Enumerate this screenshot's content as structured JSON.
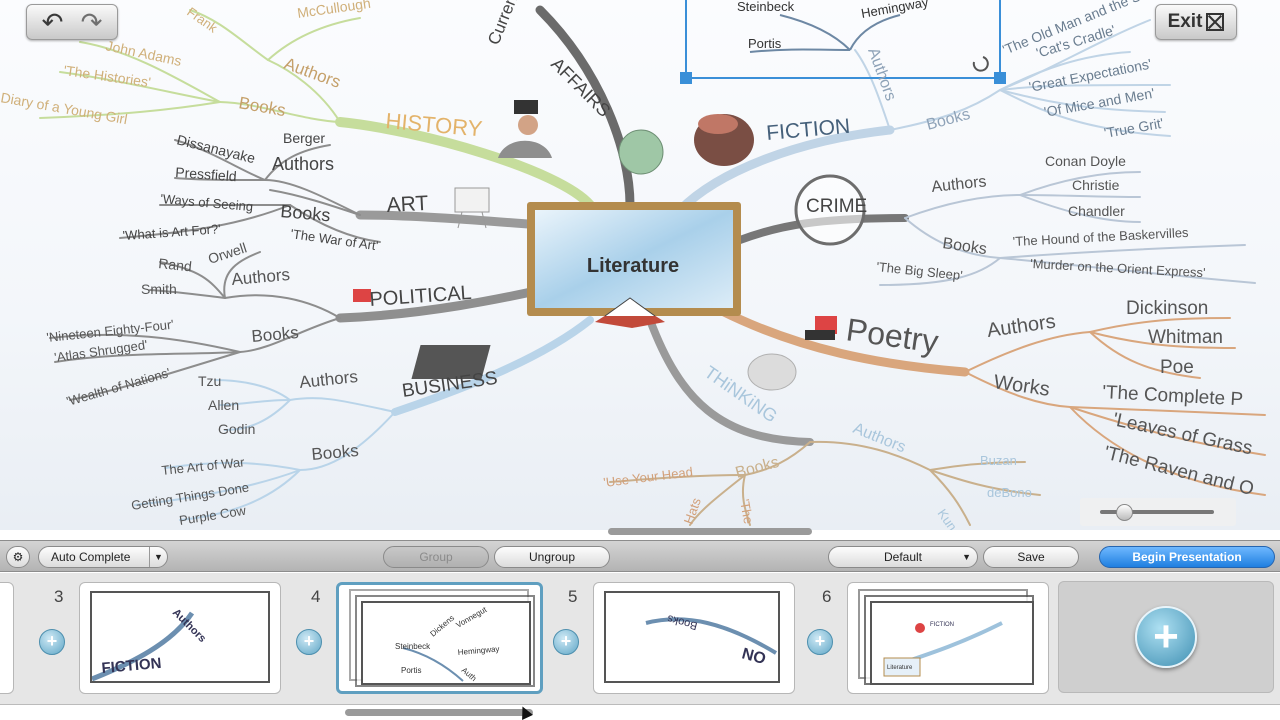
{
  "map": {
    "center": "Literature",
    "branches": {
      "history": {
        "label": "HISTORY",
        "authors": "Authors",
        "books": "Books",
        "items": [
          "Frank",
          "McCullough",
          "John Adams",
          "'The Histories'",
          "Diary of a Young Girl"
        ]
      },
      "art": {
        "label": "ART",
        "authors": "Authors",
        "books": "Books",
        "items": [
          "Dissanayake",
          "Berger",
          "Pressfield",
          "'Ways of Seeing",
          "'What is Art For?'",
          "'The War of Art'"
        ]
      },
      "political": {
        "label": "POLITICAL",
        "authors": "Authors",
        "books": "Books",
        "items": [
          "Orwell",
          "Rand",
          "Smith",
          "'Nineteen Eighty-Four'",
          "'Atlas Shrugged'",
          "'Wealth of Nations'"
        ]
      },
      "business": {
        "label": "BUSINESS",
        "authors": "Authors",
        "books": "Books",
        "items": [
          "Tzu",
          "Allen",
          "Godin",
          "The Art of War",
          "Getting Things Done",
          "Purple Cow"
        ]
      },
      "current_affairs": {
        "label1": "Curren",
        "label2": "AFFAIRS"
      },
      "fiction": {
        "label": "FICTION",
        "authors": "Authors",
        "books": "Books",
        "authors_items": [
          "Steinbeck",
          "Hemingway",
          "Portis"
        ],
        "books_items": [
          "'The Old Man and the Sea'",
          "'Cat's Cradle'",
          "'Great Expectations'",
          "'Of Mice and Men'",
          "'True Grit'"
        ]
      },
      "crime": {
        "label": "CRIME",
        "authors": "Authors",
        "books": "Books",
        "items": [
          "Conan Doyle",
          "Christie",
          "Chandler",
          "'The Hound of the Baskervilles",
          "'Murder on the Orient Express'",
          "'The Big Sleep'"
        ]
      },
      "poetry": {
        "label": "Poetry",
        "authors": "Authors",
        "works": "Works",
        "items": [
          "Dickinson",
          "Whitman",
          "Poe",
          "'The Complete P",
          "'Leaves of Grass",
          "'The Raven and O"
        ]
      },
      "thinking": {
        "label": "THiNKiNG",
        "authors": "Authors",
        "books": "Books",
        "items": [
          "Buzan",
          "deBono",
          "Kun",
          "'Use Your Head",
          "'The",
          "Hats"
        ]
      }
    }
  },
  "controls": {
    "exit_label": "Exit",
    "auto_complete": "Auto Complete",
    "group": "Group",
    "ungroup": "Ungroup",
    "default": "Default",
    "save": "Save",
    "begin_presentation": "Begin Presentation"
  },
  "slides": [
    {
      "number": "3",
      "words": [
        "Authors",
        "FICTION"
      ]
    },
    {
      "number": "4",
      "words": [
        "Dickens",
        "Vonnegut",
        "Steinbeck",
        "Hemingway",
        "Portis",
        "Auth"
      ]
    },
    {
      "number": "5",
      "words": [
        "Books",
        "NO"
      ]
    },
    {
      "number": "6",
      "words": [
        "FICTION",
        "Literature"
      ]
    }
  ],
  "colors": {
    "accent": "#2a8ad8",
    "history": "#9bbf5a",
    "poetry": "#c9844f",
    "thinking": "#c7a06a"
  }
}
